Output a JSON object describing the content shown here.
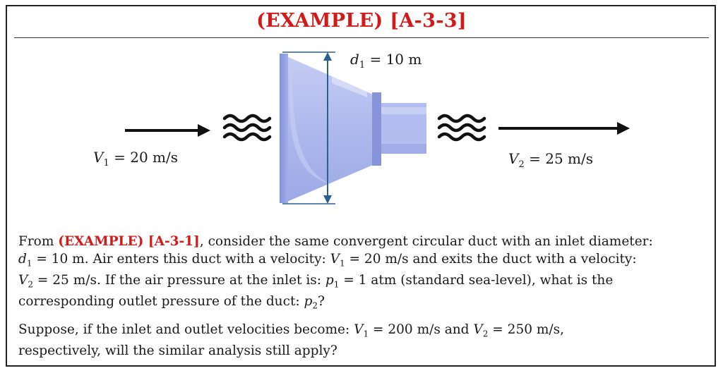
{
  "title": "(EXAMPLE) [A-3-3]",
  "diagram": {
    "inlet_diameter": {
      "var": "d",
      "sub": "1",
      "value": "10 m"
    },
    "inlet_velocity": {
      "var": "V",
      "sub": "1",
      "value": "20 m/s"
    },
    "outlet_velocity": {
      "var": "V",
      "sub": "2",
      "value": "25 m/s"
    },
    "equals": " = "
  },
  "text": {
    "p1_from": "From ",
    "p1_ref": "(EXAMPLE) [A-3-1]",
    "p1_a": ", consider the same convergent circular duct with an inlet diameter:",
    "p1_d1": "d",
    "p1_d1_sub": "1",
    "p1_d1_val": " = 10 m.",
    "p1_b": "  Air enters this duct with a velocity: ",
    "p1_v1": "V",
    "p1_v1_sub": "1",
    "p1_v1_val": " = 20  m/s",
    "p1_c": "  and  exits the duct with a velocity:",
    "p1_v2": "V",
    "p1_v2_sub": "2",
    "p1_v2_val": " = 25  m/s.",
    "p1_d": "  If the air pressure at the inlet is: ",
    "p1_p1": "p",
    "p1_p1_sub": "1",
    "p1_p1_val": " = 1 atm (standard sea-level), what is the",
    "p1_e": "corresponding outlet pressure of the duct: ",
    "p1_p2": "p",
    "p1_p2_sub": "2",
    "p1_end": "?",
    "p2_a": "Suppose, if the inlet and outlet velocities become: ",
    "p2_v1": "V",
    "p2_v1_sub": "1",
    "p2_v1_val": " = 200  m/s",
    "p2_and": "  and  ",
    "p2_v2": "V",
    "p2_v2_sub": "2",
    "p2_v2_val": " = 250  m/s,",
    "p2_b": "respectively, will the similar analysis still apply?"
  },
  "colors": {
    "title": "#d11a1a",
    "duct_fill": "#a9b5ec",
    "duct_dark": "#7f8ed6",
    "dimension_line": "#2a5f8f",
    "arrow": "#111111"
  }
}
